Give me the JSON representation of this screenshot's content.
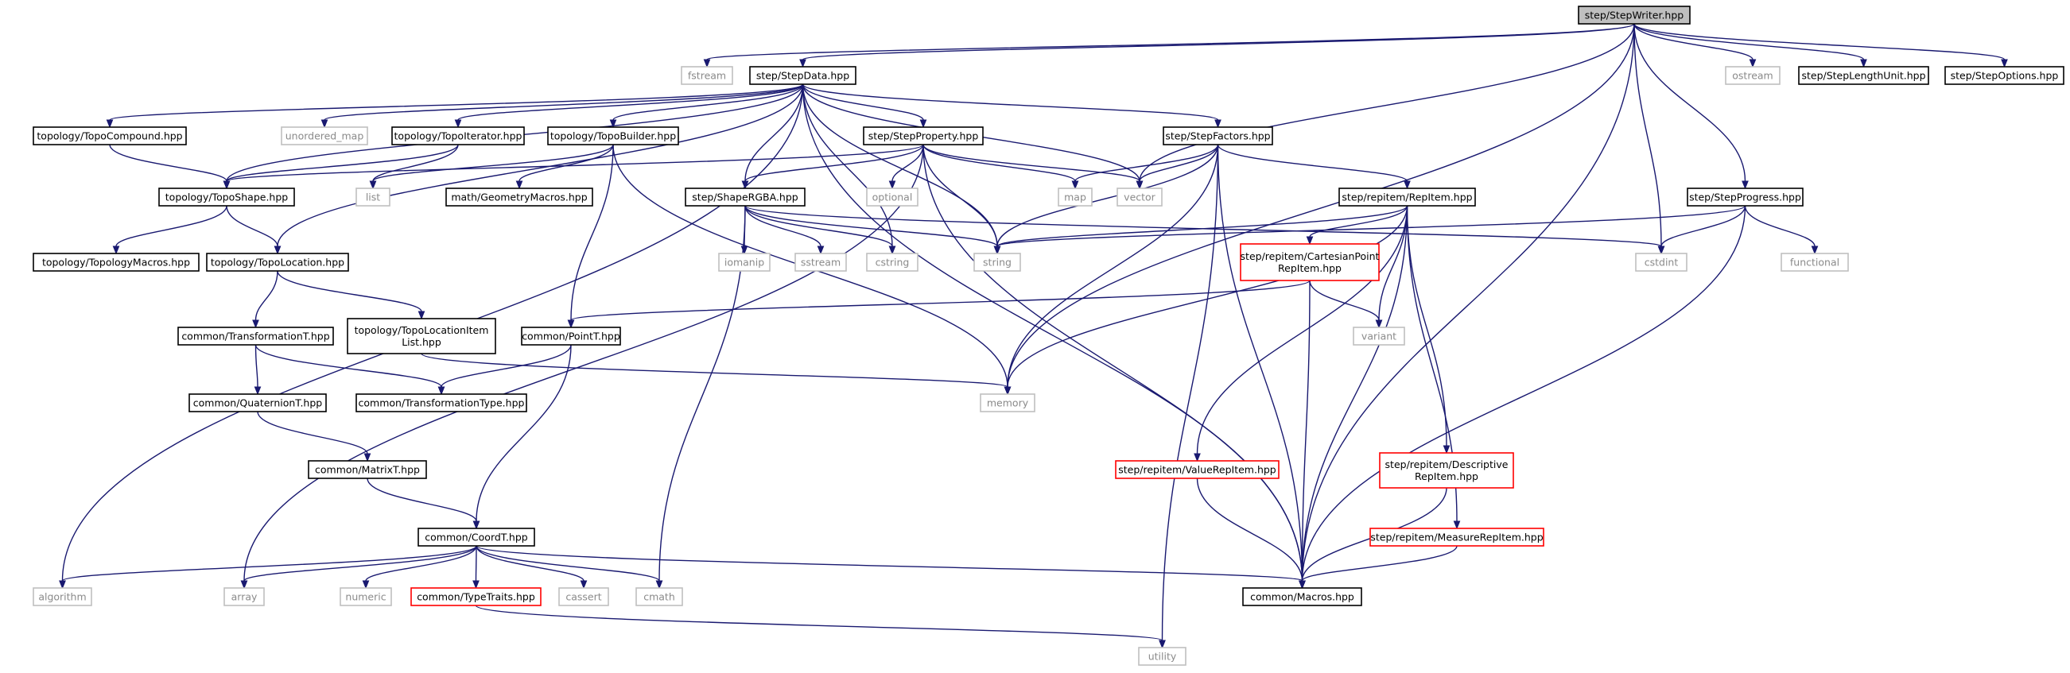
{
  "colors": {
    "edge": "#191970",
    "root_fill": "#bfbfbf",
    "header_border": "#000000",
    "system_border": "#bfbfbf",
    "truncated_border": "#ff0000",
    "system_text": "#8a8a8a"
  },
  "nodes": [
    {
      "id": "stepwriter",
      "kind": "root",
      "lines": [
        "step/StepWriter.hpp"
      ]
    },
    {
      "id": "fstream",
      "kind": "system",
      "lines": [
        "fstream"
      ]
    },
    {
      "id": "stepdata",
      "kind": "header",
      "lines": [
        "step/StepData.hpp"
      ]
    },
    {
      "id": "ostream",
      "kind": "system",
      "lines": [
        "ostream"
      ]
    },
    {
      "id": "steplengthunit",
      "kind": "header",
      "lines": [
        "step/StepLengthUnit.hpp"
      ]
    },
    {
      "id": "stepoptions",
      "kind": "header",
      "lines": [
        "step/StepOptions.hpp"
      ]
    },
    {
      "id": "topocompound",
      "kind": "header",
      "lines": [
        "topology/TopoCompound.hpp"
      ]
    },
    {
      "id": "unordered_map",
      "kind": "system",
      "lines": [
        "unordered_map"
      ]
    },
    {
      "id": "topoiterator",
      "kind": "header",
      "lines": [
        "topology/TopoIterator.hpp"
      ]
    },
    {
      "id": "topobuilder",
      "kind": "header",
      "lines": [
        "topology/TopoBuilder.hpp"
      ]
    },
    {
      "id": "stepproperty",
      "kind": "header",
      "lines": [
        "step/StepProperty.hpp"
      ]
    },
    {
      "id": "stepfactors",
      "kind": "header",
      "lines": [
        "step/StepFactors.hpp"
      ]
    },
    {
      "id": "toposhape",
      "kind": "header",
      "lines": [
        "topology/TopoShape.hpp"
      ]
    },
    {
      "id": "list",
      "kind": "system",
      "lines": [
        "list"
      ]
    },
    {
      "id": "geometrymacros",
      "kind": "header",
      "lines": [
        "math/GeometryMacros.hpp"
      ]
    },
    {
      "id": "optional",
      "kind": "system",
      "lines": [
        "optional"
      ]
    },
    {
      "id": "map",
      "kind": "system",
      "lines": [
        "map"
      ]
    },
    {
      "id": "vector",
      "kind": "system",
      "lines": [
        "vector"
      ]
    },
    {
      "id": "shapergba",
      "kind": "header",
      "lines": [
        "step/ShapeRGBA.hpp"
      ]
    },
    {
      "id": "repitem",
      "kind": "header",
      "lines": [
        "step/repitem/RepItem.hpp"
      ]
    },
    {
      "id": "stepprogress",
      "kind": "header",
      "lines": [
        "step/StepProgress.hpp"
      ]
    },
    {
      "id": "topologymacros",
      "kind": "header",
      "lines": [
        "topology/TopologyMacros.hpp"
      ]
    },
    {
      "id": "topolocation",
      "kind": "header",
      "lines": [
        "topology/TopoLocation.hpp"
      ]
    },
    {
      "id": "iomanip",
      "kind": "system",
      "lines": [
        "iomanip"
      ]
    },
    {
      "id": "sstream",
      "kind": "system",
      "lines": [
        "sstream"
      ]
    },
    {
      "id": "cstring",
      "kind": "system",
      "lines": [
        "cstring"
      ]
    },
    {
      "id": "string",
      "kind": "system",
      "lines": [
        "string"
      ]
    },
    {
      "id": "cartesianpoint",
      "kind": "truncated",
      "lines": [
        "step/repitem/CartesianPoint",
        "RepItem.hpp"
      ]
    },
    {
      "id": "cstdint",
      "kind": "system",
      "lines": [
        "cstdint"
      ]
    },
    {
      "id": "functional",
      "kind": "system",
      "lines": [
        "functional"
      ]
    },
    {
      "id": "transformationt",
      "kind": "header",
      "lines": [
        "common/TransformationT.hpp"
      ]
    },
    {
      "id": "topolocationitemlist",
      "kind": "header",
      "lines": [
        "topology/TopoLocationItem",
        "List.hpp"
      ]
    },
    {
      "id": "pointt",
      "kind": "header",
      "lines": [
        "common/PointT.hpp"
      ]
    },
    {
      "id": "variant",
      "kind": "system",
      "lines": [
        "variant"
      ]
    },
    {
      "id": "quaternion",
      "kind": "header",
      "lines": [
        "common/QuaternionT.hpp"
      ]
    },
    {
      "id": "transformationtype",
      "kind": "header",
      "lines": [
        "common/TransformationType.hpp"
      ]
    },
    {
      "id": "memory",
      "kind": "system",
      "lines": [
        "memory"
      ]
    },
    {
      "id": "matrixt",
      "kind": "header",
      "lines": [
        "common/MatrixT.hpp"
      ]
    },
    {
      "id": "valuerepitem",
      "kind": "truncated",
      "lines": [
        "step/repitem/ValueRepItem.hpp"
      ]
    },
    {
      "id": "descriptive",
      "kind": "truncated",
      "lines": [
        "step/repitem/Descriptive",
        "RepItem.hpp"
      ]
    },
    {
      "id": "measurerepitem",
      "kind": "truncated",
      "lines": [
        "step/repitem/MeasureRepItem.hpp"
      ]
    },
    {
      "id": "coordt",
      "kind": "header",
      "lines": [
        "common/CoordT.hpp"
      ]
    },
    {
      "id": "algorithm",
      "kind": "system",
      "lines": [
        "algorithm"
      ]
    },
    {
      "id": "array",
      "kind": "system",
      "lines": [
        "array"
      ]
    },
    {
      "id": "numeric",
      "kind": "system",
      "lines": [
        "numeric"
      ]
    },
    {
      "id": "typetraits",
      "kind": "truncated",
      "lines": [
        "common/TypeTraits.hpp"
      ]
    },
    {
      "id": "cassert",
      "kind": "system",
      "lines": [
        "cassert"
      ]
    },
    {
      "id": "cmath",
      "kind": "system",
      "lines": [
        "cmath"
      ]
    },
    {
      "id": "macros",
      "kind": "header",
      "lines": [
        "common/Macros.hpp"
      ]
    },
    {
      "id": "utility",
      "kind": "system",
      "lines": [
        "utility"
      ]
    }
  ],
  "edges": [
    [
      "stepwriter",
      "fstream"
    ],
    [
      "stepwriter",
      "stepdata"
    ],
    [
      "stepwriter",
      "vector"
    ],
    [
      "stepwriter",
      "memory"
    ],
    [
      "stepwriter",
      "macros"
    ],
    [
      "stepwriter",
      "ostream"
    ],
    [
      "stepwriter",
      "steplengthunit"
    ],
    [
      "stepwriter",
      "stepoptions"
    ],
    [
      "stepwriter",
      "cstdint"
    ],
    [
      "stepwriter",
      "stepprogress"
    ],
    [
      "stepdata",
      "algorithm"
    ],
    [
      "stepdata",
      "topocompound"
    ],
    [
      "stepdata",
      "unordered_map"
    ],
    [
      "stepdata",
      "toposhape"
    ],
    [
      "stepdata",
      "topolocation"
    ],
    [
      "stepdata",
      "topoiterator"
    ],
    [
      "stepdata",
      "topobuilder"
    ],
    [
      "stepdata",
      "stepproperty"
    ],
    [
      "stepdata",
      "shapergba"
    ],
    [
      "stepdata",
      "cstring"
    ],
    [
      "stepdata",
      "string"
    ],
    [
      "stepdata",
      "vector"
    ],
    [
      "stepdata",
      "stepfactors"
    ],
    [
      "stepdata",
      "macros"
    ],
    [
      "topocompound",
      "toposhape"
    ],
    [
      "topoiterator",
      "toposhape"
    ],
    [
      "topoiterator",
      "list"
    ],
    [
      "topobuilder",
      "list"
    ],
    [
      "topobuilder",
      "geometrymacros"
    ],
    [
      "topobuilder",
      "pointt"
    ],
    [
      "topobuilder",
      "memory"
    ],
    [
      "stepproperty",
      "toposhape"
    ],
    [
      "stepproperty",
      "array"
    ],
    [
      "stepproperty",
      "shapergba"
    ],
    [
      "stepproperty",
      "optional"
    ],
    [
      "stepproperty",
      "map"
    ],
    [
      "stepproperty",
      "vector"
    ],
    [
      "stepproperty",
      "string"
    ],
    [
      "stepproperty",
      "macros"
    ],
    [
      "stepfactors",
      "map"
    ],
    [
      "stepfactors",
      "vector"
    ],
    [
      "stepfactors",
      "string"
    ],
    [
      "stepfactors",
      "memory"
    ],
    [
      "stepfactors",
      "repitem"
    ],
    [
      "stepfactors",
      "macros"
    ],
    [
      "stepfactors",
      "utility"
    ],
    [
      "toposhape",
      "topologymacros"
    ],
    [
      "toposhape",
      "topolocation"
    ],
    [
      "shapergba",
      "iomanip"
    ],
    [
      "shapergba",
      "sstream"
    ],
    [
      "shapergba",
      "cstring"
    ],
    [
      "shapergba",
      "string"
    ],
    [
      "shapergba",
      "cmath"
    ],
    [
      "shapergba",
      "cstdint"
    ],
    [
      "repitem",
      "string"
    ],
    [
      "repitem",
      "memory"
    ],
    [
      "repitem",
      "cartesianpoint"
    ],
    [
      "repitem",
      "variant"
    ],
    [
      "repitem",
      "valuerepitem"
    ],
    [
      "repitem",
      "descriptive"
    ],
    [
      "repitem",
      "measurerepitem"
    ],
    [
      "repitem",
      "macros"
    ],
    [
      "stepprogress",
      "string"
    ],
    [
      "stepprogress",
      "cstdint"
    ],
    [
      "stepprogress",
      "functional"
    ],
    [
      "stepprogress",
      "macros"
    ],
    [
      "topolocation",
      "transformationt"
    ],
    [
      "topolocation",
      "topolocationitemlist"
    ],
    [
      "cartesianpoint",
      "pointt"
    ],
    [
      "cartesianpoint",
      "variant"
    ],
    [
      "cartesianpoint",
      "macros"
    ],
    [
      "transformationt",
      "quaternion"
    ],
    [
      "transformationt",
      "transformationtype"
    ],
    [
      "topolocationitemlist",
      "memory"
    ],
    [
      "pointt",
      "transformationtype"
    ],
    [
      "pointt",
      "coordt"
    ],
    [
      "quaternion",
      "matrixt"
    ],
    [
      "matrixt",
      "coordt"
    ],
    [
      "valuerepitem",
      "macros"
    ],
    [
      "descriptive",
      "macros"
    ],
    [
      "measurerepitem",
      "macros"
    ],
    [
      "coordt",
      "algorithm"
    ],
    [
      "coordt",
      "array"
    ],
    [
      "coordt",
      "numeric"
    ],
    [
      "coordt",
      "typetraits"
    ],
    [
      "coordt",
      "cassert"
    ],
    [
      "coordt",
      "cmath"
    ],
    [
      "coordt",
      "macros"
    ],
    [
      "typetraits",
      "utility"
    ]
  ]
}
